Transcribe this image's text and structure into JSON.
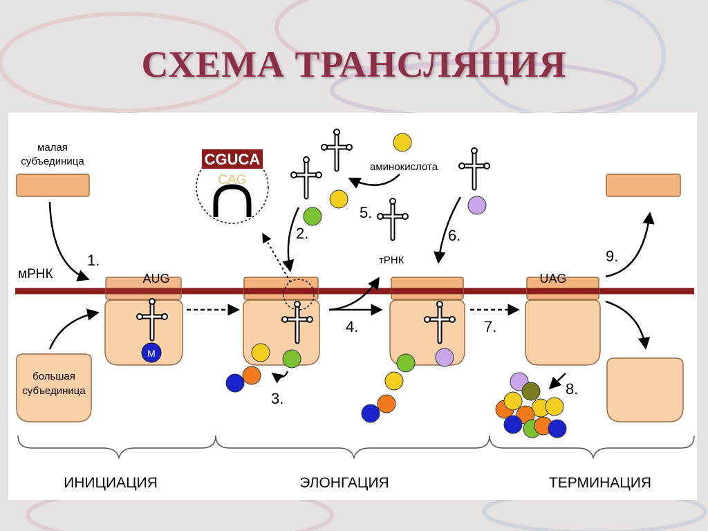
{
  "title": "СХЕМА ТРАНСЛЯЦИЯ",
  "labels": {
    "small_subunit_line1": "малая",
    "small_subunit_line2": "субъединица",
    "large_subunit_line1": "большая",
    "large_subunit_line2": "субъединица",
    "mrna": "мРНК",
    "amino_acid": "аминокислота",
    "trna": "тРНК",
    "start_codon": "AUG",
    "stop_codon": "UAG",
    "codon_zoom": "CGUCA",
    "anticodon_zoom": "CAG",
    "met": "M"
  },
  "steps": [
    "1.",
    "2.",
    "3.",
    "4.",
    "5.",
    "6.",
    "7.",
    "8.",
    "9."
  ],
  "phases": {
    "initiation": "ИНИЦИАЦИЯ",
    "elongation": "ЭЛОНГАЦИЯ",
    "termination": "ТЕРМИНАЦИЯ"
  },
  "colors": {
    "title": "#8c2f47",
    "mrna": "#8a1c1c",
    "ribosome": "#f9d0a8",
    "ribosome_outline": "#9a6a44",
    "small_subunit": "#f2b37f",
    "codon_box": "#8b1a1a",
    "met": "#1a22cc",
    "blue": "#1a22cc",
    "orange": "#f07a1c",
    "yellow": "#f2cf1e",
    "green": "#7ac231",
    "lilac": "#c9a6ea",
    "olive": "#7a7d1e"
  }
}
